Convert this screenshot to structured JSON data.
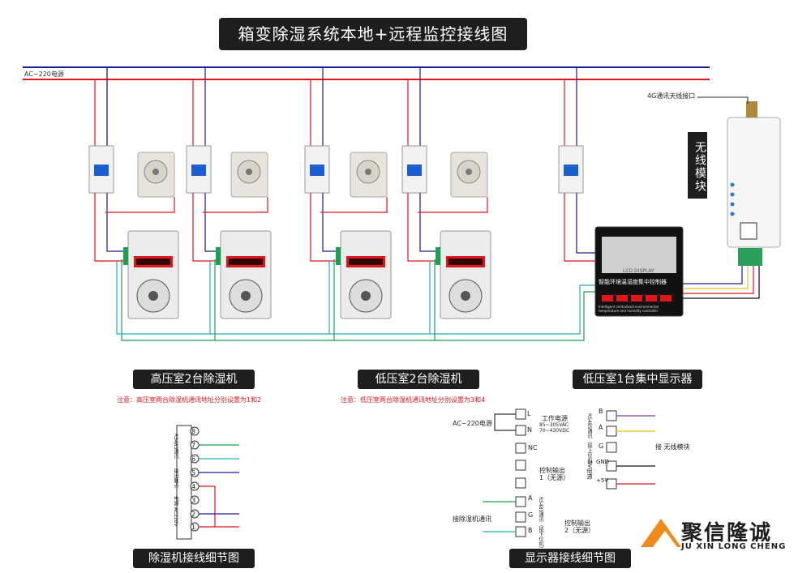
{
  "title": "箱变除湿系统本地+远程监控接线图",
  "ac_label": "AC~220电源",
  "antenna_label": "4G通讯天线接口",
  "wireless_module": "无线模块",
  "sections": {
    "high_room": "高压室2台除湿机",
    "low_room": "低压室2台除湿机",
    "display": "低压室1台集中显示器",
    "dehum_detail": "除湿机接线细节图",
    "display_detail": "显示器接线细节图"
  },
  "notes": {
    "high": "注意：高压室两台除湿机通讯地址分别设置为1和2",
    "low": "注意：低压室两台除湿机通讯地址分别设置为3和4"
  },
  "controller": {
    "brand": "智能环境温湿度集中控制器",
    "en": "Intelligent centralized environmental temperature and humidity controller",
    "lcd": "LCD DISPLAY"
  },
  "dehum_terminals": [
    "1",
    "2",
    "3",
    "4",
    "5",
    "6",
    "7",
    "8"
  ],
  "dehum_side_labels": [
    "电源 AC220V",
    "输出触点",
    "RS485通讯"
  ],
  "display_left": {
    "ac": "AC~220电源",
    "L": "L",
    "N": "N",
    "power": "工作电源",
    "power_range": "85~305VAC 70~430VDC",
    "NC": "NC",
    "ctrl1": "控制输出1（无源）",
    "A": "A",
    "G": "G",
    "B": "B",
    "rs485_down": "RS485通讯（接下位机）",
    "connect_dehum": "接除湿机通讯",
    "ctrl2": "控制输出2（无源）"
  },
  "display_right": {
    "B": "B",
    "A": "A",
    "G": "G",
    "rs485_up": "RS485通讯（接上位机）",
    "gnd": "GND",
    "p5v": "+5V",
    "v5": "5V电源",
    "connect_wireless": "接 无线模块"
  },
  "logo": {
    "cn": "聚信隆诚",
    "en": "JU XIN LONG CHENG"
  },
  "colors": {
    "blue_wire": "#1a1aa0",
    "red_wire": "#e0161b",
    "green_wire": "#1aa050",
    "cyan_wire": "#20b0c0",
    "purple_wire": "#8a3aa0",
    "orange_logo": "#f08a1a"
  }
}
